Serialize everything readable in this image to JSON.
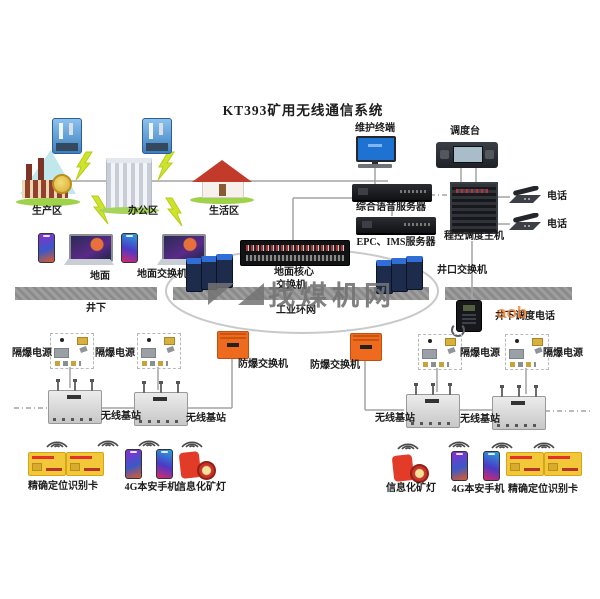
{
  "title": "KT393矿用无线通信系统",
  "watermark": {
    "text": "找煤机网",
    "fragment": "aob"
  },
  "colors": {
    "accent_orange": "#ed6a1f",
    "card_yellow": "#f3c838",
    "lamp_red": "#e23b28",
    "bar_gray": "#9e9e9e",
    "lightning_yellow": "#cfe32c",
    "screen_blue": "#1d72d2"
  },
  "surface": {
    "production": "生产区",
    "office": "办公区",
    "living": "生活区",
    "ground": "地面",
    "underground": "井下",
    "ground_switch": "地面交换机",
    "core_switch_line1": "地面核心",
    "core_switch_line2": "交换机",
    "ring": "工业环网",
    "wellhead_switch": "井口交换机",
    "maintenance_terminal": "维护终端",
    "dispatch_console": "调度台",
    "voice_server": "综合语音服务器",
    "epc_ims_server": "EPC、IMS服务器",
    "dispatch_host": "程控调度主机",
    "phone_a": "电话",
    "phone_b": "电话",
    "underground_phone": "井下调度电话"
  },
  "underground": {
    "power": [
      "隔爆电源",
      "隔爆电源",
      "隔爆电源",
      "隔爆电源"
    ],
    "ex_switch": [
      "防爆交换机",
      "防爆交换机"
    ],
    "base_station": [
      "无线基站",
      "无线基站",
      "无线基站",
      "无线基站"
    ],
    "card": [
      "精确定位识别卡",
      "精确定位识别卡"
    ],
    "phone4g": [
      "4G本安手机",
      "4G本安手机"
    ],
    "lamp": [
      "信息化矿灯",
      "信息化矿灯"
    ]
  }
}
